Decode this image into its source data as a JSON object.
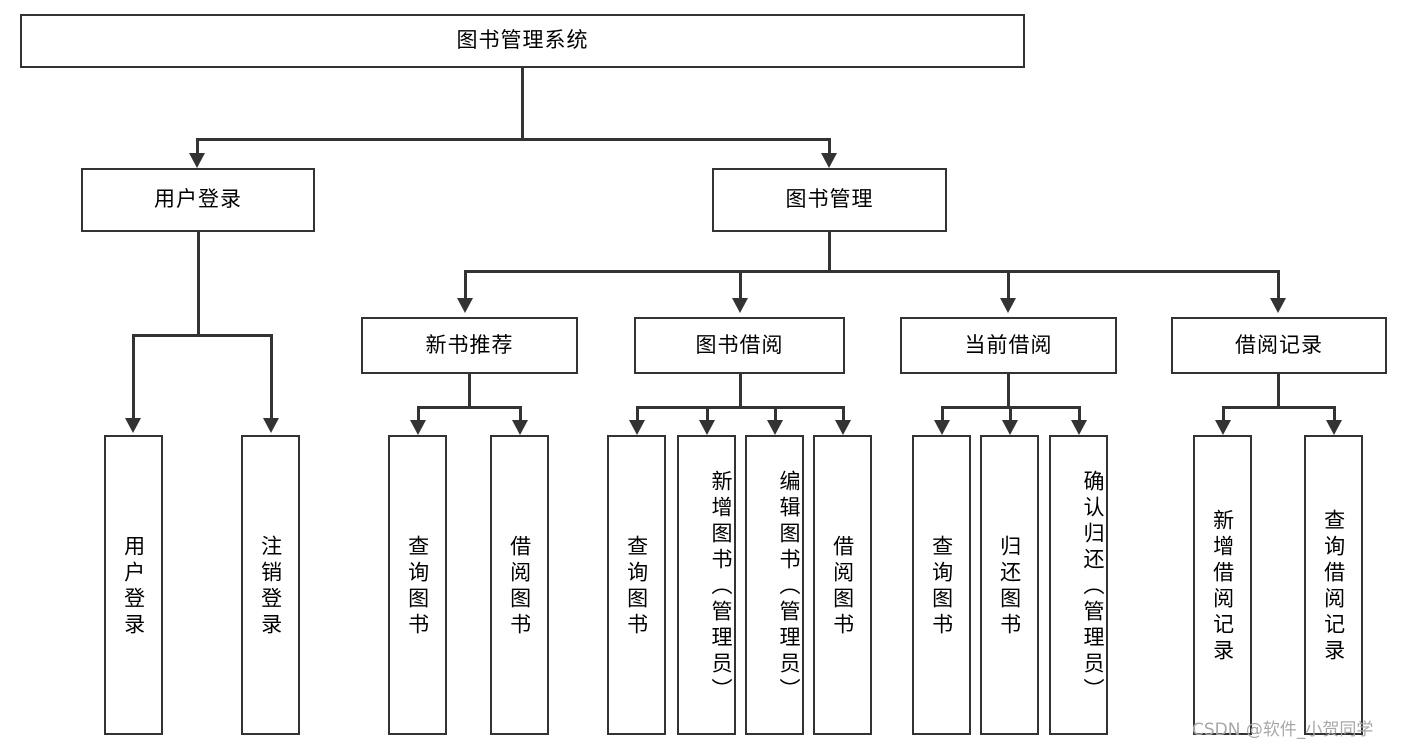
{
  "diagram": {
    "title": "图书管理系统",
    "type": "hierarchy-tree",
    "root": {
      "label": "图书管理系统"
    },
    "level2": [
      {
        "label": "用户登录"
      },
      {
        "label": "图书管理"
      }
    ],
    "level3": [
      {
        "label": "新书推荐"
      },
      {
        "label": "图书借阅"
      },
      {
        "label": "当前借阅"
      },
      {
        "label": "借阅记录"
      }
    ],
    "leaves": {
      "user_login": [
        {
          "label": "用户登录"
        },
        {
          "label": "注销登录"
        }
      ],
      "new_book_recommend": [
        {
          "label": "查询图书"
        },
        {
          "label": "借阅图书"
        }
      ],
      "book_borrow": [
        {
          "label": "查询图书"
        },
        {
          "label": "新增图书（管理员）"
        },
        {
          "label": "编辑图书（管理员）"
        },
        {
          "label": "借阅图书"
        }
      ],
      "current_borrow": [
        {
          "label": "查询图书"
        },
        {
          "label": "归还图书"
        },
        {
          "label": "确认归还（管理员）"
        }
      ],
      "borrow_record": [
        {
          "label": "新增借阅记录"
        },
        {
          "label": "查询借阅记录"
        }
      ]
    }
  },
  "watermark": {
    "text": "CSDN @软件_小贺同学"
  },
  "colors": {
    "stroke": "#333333",
    "background": "#ffffff",
    "text": "#000000",
    "watermark": "#a8a8a8"
  }
}
